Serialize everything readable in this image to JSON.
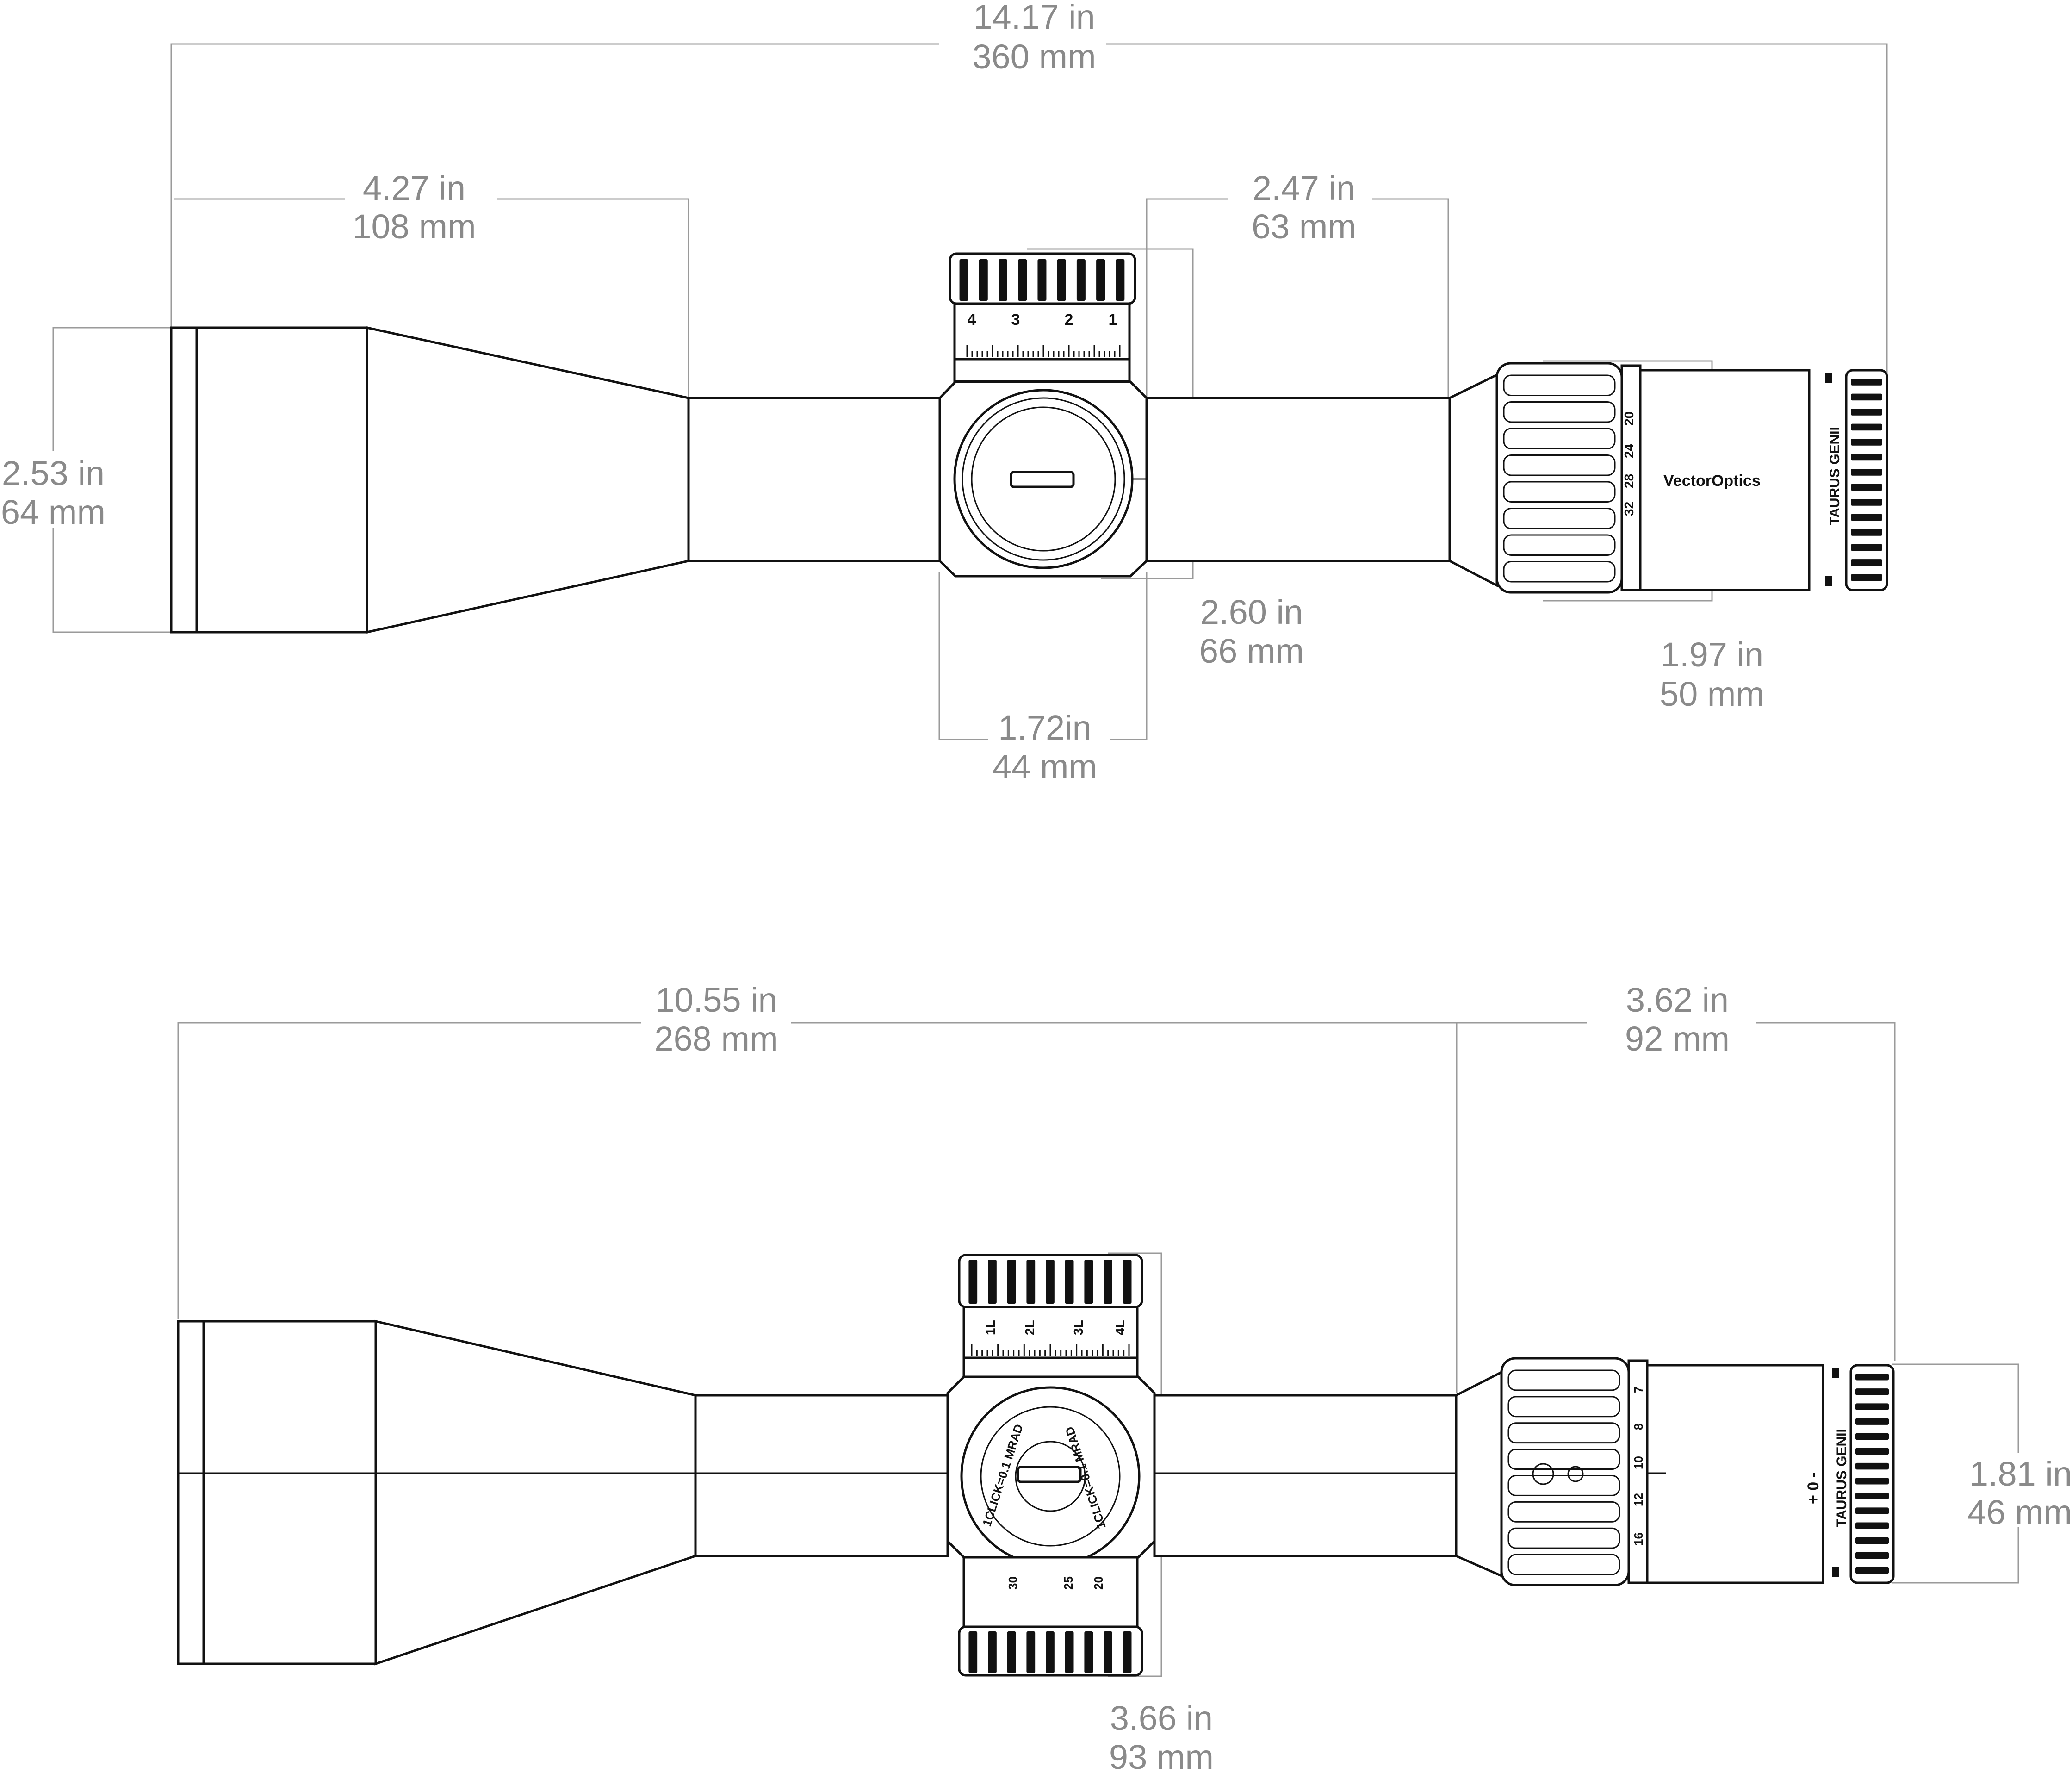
{
  "top_view": {
    "overall_length": {
      "in": "14.17 in",
      "mm": "360 mm"
    },
    "objective_length": {
      "in": "4.27 in",
      "mm": "108 mm"
    },
    "ocular_bell": {
      "in": "2.47 in",
      "mm": "63 mm"
    },
    "objective_diameter": {
      "in": "2.53 in",
      "mm": "64 mm"
    },
    "turret_height": {
      "in": "2.60 in",
      "mm": "66 mm"
    },
    "saddle_length": {
      "in": "1.72in",
      "mm": "44 mm"
    },
    "eyepiece_diameter": {
      "in": "1.97 in",
      "mm": "50 mm"
    },
    "brand": "VectorOptics",
    "model": "TAURUS GENII",
    "elev_marks": [
      "4",
      "3",
      "2",
      "1"
    ],
    "mag_marks": [
      "32",
      "28",
      "24",
      "20"
    ]
  },
  "bottom_view": {
    "mount_to_front": {
      "in": "10.55 in",
      "mm": "268 mm"
    },
    "eye_relief_area": {
      "in": "3.62 in",
      "mm": "92 mm"
    },
    "eyepiece_height": {
      "in": "1.81 in",
      "mm": "46 mm"
    },
    "turret_span": {
      "in": "3.66 in",
      "mm": "93 mm"
    },
    "model": "TAURUS GENII",
    "windage_marks": [
      "1L",
      "2L",
      "3L",
      "4L"
    ],
    "parallax_marks": [
      "30",
      "25",
      "20"
    ],
    "turret_text_left": "1CLICK=0.1 MRAD",
    "turret_text_right": "1CLICK=0.1 MRAD",
    "mag_marks": [
      "7",
      "8",
      "10",
      "12",
      "16"
    ],
    "diopter": "+ 0 -"
  }
}
